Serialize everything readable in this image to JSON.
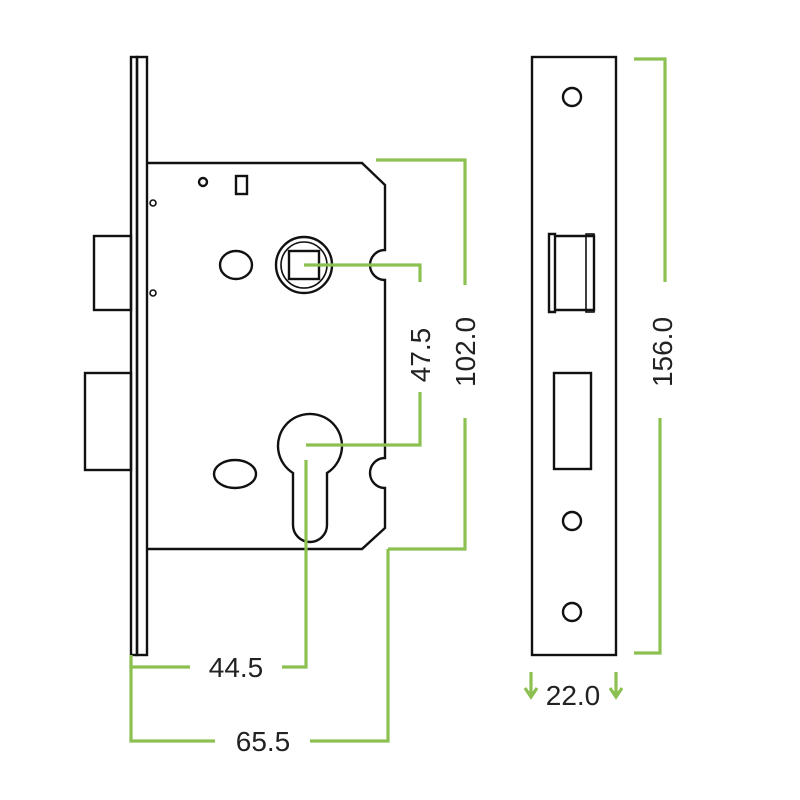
{
  "title": "Sashlock dimensions diagram",
  "dimensions": {
    "lever_to_cylinder_centres": "47.5",
    "case_height": "102.0",
    "backset": "44.5",
    "case_depth": "65.5",
    "forend_height": "156.0",
    "forend_width": "22.0"
  },
  "colors": {
    "dimension_line": "#8cc152",
    "outline": "#111111"
  }
}
